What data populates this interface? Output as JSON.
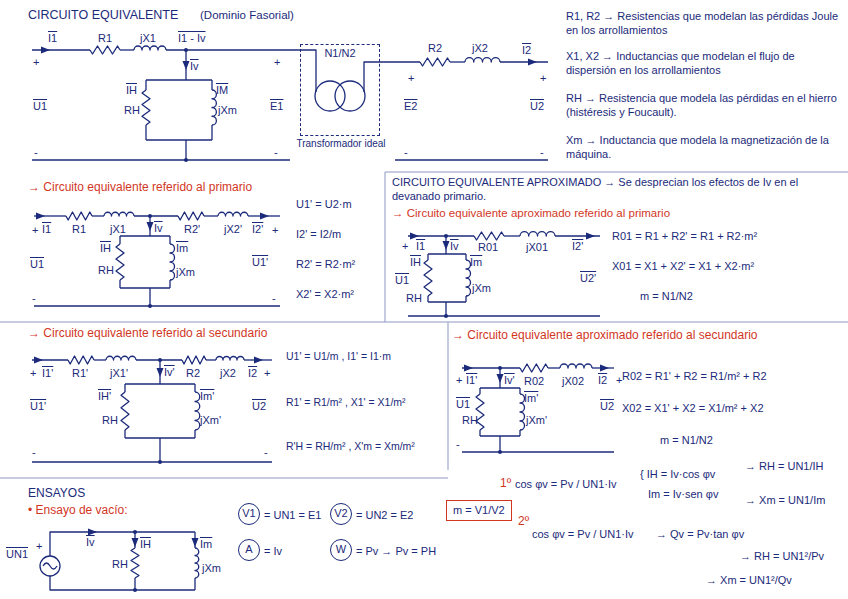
{
  "diagram": {
    "nodes": [
      {
        "text": [
          "N1/N2",
          "Transformador ideal"
        ]
      },
      {
        "text": [
          "V1"
        ]
      },
      {
        "text": [
          "V2"
        ]
      },
      {
        "text": [
          "A"
        ]
      },
      {
        "text": [
          "W"
        ]
      },
      {
        "text": [
          "m = V1/V2"
        ]
      }
    ],
    "labels": [
      "CIRCUITO EQUIVALENTE",
      "(Dominio Fasorial)",
      "I1",
      "R1",
      "jX1",
      "I1 - Iv",
      "+",
      "Iv",
      "IH",
      "IM",
      "RH",
      "jXm",
      "U1",
      "-",
      "+",
      "E1",
      "-",
      "R2",
      "jX2",
      "I2",
      "+",
      "E2",
      "-",
      "+",
      "U2",
      "-",
      "R1, R2 → Resistencias que modelan las pérdidas Joule en los arrollamientos",
      "X1, X2 → Inductancias que modelan el flujo de dispersión en los arrollamientos",
      "RH → Resistencia que modela las pérdidas en el hierro (histéresis y Foucault).",
      "Xm → Inductancia que modela la magnetización de la máquina.",
      "→ Circuito equivalente referido al primario",
      "I1",
      "R1",
      "jX1",
      "Iv",
      "R2'",
      "jX2'",
      "I2'",
      "+",
      "U1",
      "-",
      "IH",
      "Im",
      "RH",
      "jXm",
      "U1'",
      "+",
      "-",
      "U1' = U2·m",
      "I2' = I2/m",
      "R2' = R2·m²",
      "X2' = X2·m²",
      "CIRCUITO EQUIVALENTE APROXIMADO → Se desprecian los efectos de Iv en el devanado primario.",
      "→ Circuito equivalente aproximado referido al primario",
      "+",
      "I1",
      "Iv",
      "R01",
      "jX01",
      "I2'",
      "U1",
      "IH",
      "Im",
      "RH",
      "jXm",
      "U2'",
      "R01 = R1 + R2' = R1 + R2·m²",
      "X01 = X1 + X2' = X1 + X2·m²",
      "m = N1/N2",
      "→ Circuito equivalente referido al secundario",
      "+",
      "I1'",
      "R1'",
      "jX1'",
      "Iv'",
      "R2",
      "jX2",
      "I2",
      "+",
      "U1'",
      "IH'",
      "Im'",
      "RH",
      "jXm'",
      "U2",
      "-",
      "-",
      "U1' = U1/m , I1' = I1·m",
      "R1' = R1/m² , X1' = X1/m²",
      "R'H = RH/m² , X'm = Xm/m²",
      "→ Circuito equivalente aproximado referido al secundario",
      "+",
      "I1'",
      "Iv'",
      "R02",
      "jX02",
      "I2",
      "+",
      "U1",
      "Im'",
      "RH",
      "-",
      "jXm'",
      "U2",
      "R02 = R1' + R2 = R1/m² + R2",
      "X02 = X1' + X2 = X1/m² + X2",
      "m = N1/N2",
      "ENSAYOS",
      "• Ensayo de vacío:",
      "UN1",
      "+",
      "Iv",
      "IH",
      "Im",
      "RH",
      "jXm",
      "= UN1 = E1",
      "= UN2 = E2",
      "= Iv",
      "= Pv → Pv = PH",
      "2º",
      "1º",
      "cos φv = Pv / UN1·Iv",
      "{ IH = Iv·cos φv",
      "Im = Iv·sen φv",
      "→ RH = UN1/IH",
      "→ Xm = UN1/Im",
      "cos φv = Pv / UN1·Iv",
      "→ Qv = Pv·tan φv",
      "→ RH = UN1²/Pv",
      "→ Xm = UN1²/Qv"
    ]
  }
}
